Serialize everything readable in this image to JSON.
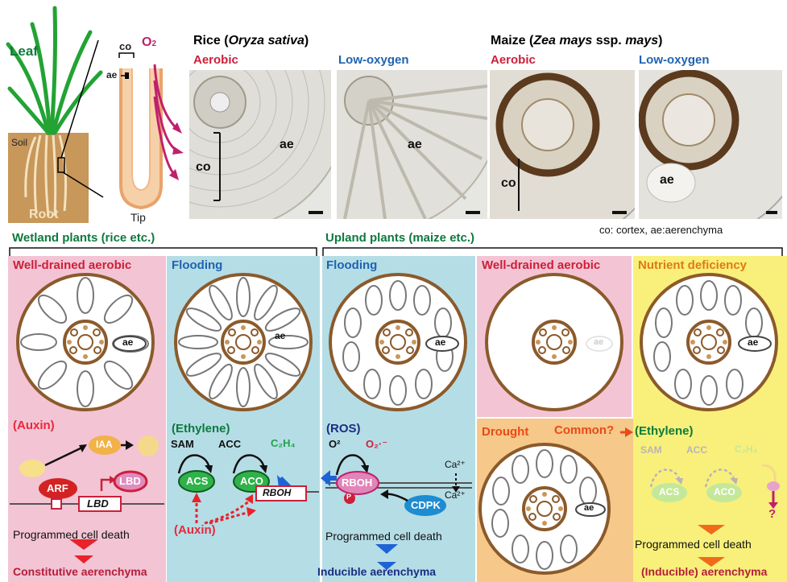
{
  "top": {
    "plant_labels": {
      "leaf": "Leaf",
      "soil": "Soil",
      "root": "Root",
      "tip": "Tip",
      "co": "co",
      "ae": "ae",
      "o2_main": "O",
      "o2_sub": "2"
    },
    "rice_title": {
      "name": "Rice (",
      "species": "Oryza sativa",
      "close": ")"
    },
    "maize_title": {
      "name": "Maize (",
      "species": "Zea mays",
      "mid": " ssp. ",
      "subsp": "mays",
      "close": ")"
    },
    "photo_labels": [
      "Aerobic",
      "Low-oxygen",
      "Aerobic",
      "Low-oxygen"
    ],
    "photo_ae": "ae",
    "photo_co": "co",
    "legend": "co: cortex,  ae:aerenchyma"
  },
  "groups": {
    "wetland": "Wetland plants (rice etc.)",
    "upland": "Upland plants  (maize etc.)"
  },
  "panels": {
    "p1": {
      "title": "Well-drained aerobic",
      "section": "(Auxin)"
    },
    "p2": {
      "title": "Flooding",
      "section": "(Ethylene)"
    },
    "p3": {
      "title": "Flooding",
      "section": "(ROS)"
    },
    "p4": {
      "title": "Well-drained aerobic"
    },
    "p5": {
      "title": "Nutrient deficiency"
    },
    "drought": {
      "title": "Drought",
      "common": "Common?",
      "section": "(Ethylene)"
    }
  },
  "molecules": {
    "iaa": "IAA",
    "arf": "ARF",
    "lbd": "LBD",
    "lbd_gene": "LBD",
    "sam": "SAM",
    "acc": "ACC",
    "c2h4": "C₂H₄",
    "acs": "ACS",
    "aco": "ACO",
    "auxin2": "(Auxin)",
    "rboh_gene": "RBOH",
    "o2": "O²",
    "o2r": "O₂·⁻",
    "rboh": "RBOH",
    "p": "P",
    "cdpk": "CDPK",
    "ca1": "Ca²⁺",
    "ca2": "Ca²⁺",
    "sam5": "SAM",
    "acc5": "ACC",
    "c2h45": "C₂H₄",
    "acs5": "ACS",
    "aco5": "ACO",
    "q": "?"
  },
  "outcomes": {
    "pcd": "Programmed cell death",
    "constitutive": "Constitutive aerenchyma",
    "inducible": "Inducible aerenchyma",
    "inducible2": "(Inducible) aerenchyma"
  },
  "ae_labels": {
    "p1": "ae",
    "p2": "ae",
    "p3": "ae",
    "p4": "ae",
    "p5": "ae",
    "drought": "ae"
  },
  "colors": {
    "pink": "#f3c4d4",
    "blue": "#b5dde6",
    "yellow": "#f8f07a",
    "orange": "#f6c88a",
    "brown": "#8b5a2b",
    "red": "#cc1f3a",
    "dark_blue": "#1f63b0",
    "green": "#0d7a3c"
  }
}
